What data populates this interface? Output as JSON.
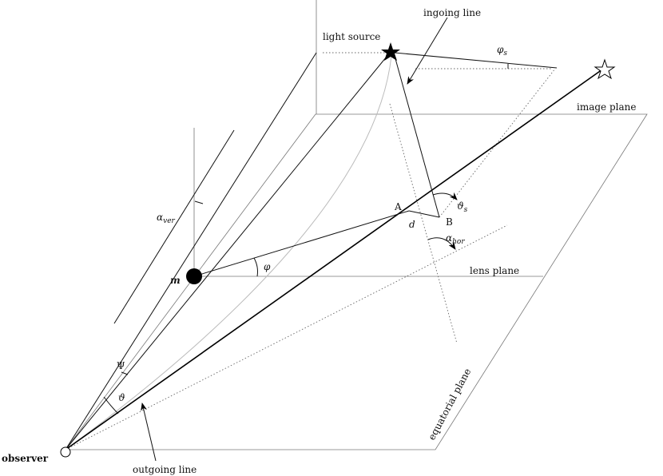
{
  "labels": {
    "ingoing_line": "ingoing line",
    "light_source": "light source",
    "image_plane": "image plane",
    "lens_plane": "lens plane",
    "equatorial_plane": "equatorial plane",
    "observer": "observer",
    "outgoing_line": "outgoing line",
    "mass": "m",
    "point_a": "A",
    "point_b": "B",
    "distance_d": "d",
    "phi": "φ",
    "psi": "Ψ",
    "theta": "ϑ",
    "varphi_s": "φ",
    "varphi_s_sub": "s",
    "theta_s": "ϑ",
    "theta_s_sub": "s",
    "alpha_hor": "α",
    "alpha_hor_sub": "hor",
    "alpha_ver": "α",
    "alpha_ver_sub": "ver"
  },
  "icons": {
    "source_star": "filled-star-icon",
    "image_star": "outline-star-icon",
    "observer_marker": "open-circle-icon",
    "mass_marker": "filled-circle-icon"
  }
}
